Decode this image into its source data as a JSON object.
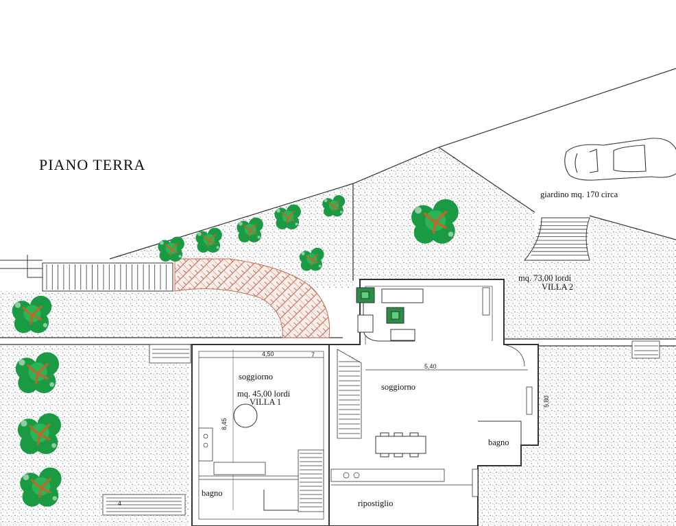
{
  "title": "PIANO TERRA",
  "labels": {
    "garden": "giardino mq. 170 circa",
    "villa2_area": "mq. 73,00 lordi",
    "villa2_name": "VILLA 2",
    "villa1_area": "mq. 45,00 lordi",
    "villa1_name": "VILLA 1",
    "living1": "soggiorno",
    "living2": "soggiorno",
    "bath1": "bagno",
    "bath2": "bagno",
    "storage": "ripostiglio"
  },
  "dimensions": {
    "villa1_width": "4,50",
    "villa1_depth": "8,45",
    "villa2_width": "5,40",
    "villa2_depth": "5,80",
    "small_mark": "7",
    "step_mark": "4"
  },
  "colors": {
    "tree_green": "#1a9a43",
    "tree_trunk": "#b86a2b",
    "paving": "#c46b55",
    "gravel": "#9a9a9a",
    "wall": "#333333"
  },
  "icons": [
    "tree-icon",
    "car-icon",
    "sofa-icon",
    "dining-table-icon",
    "staircase-icon"
  ]
}
